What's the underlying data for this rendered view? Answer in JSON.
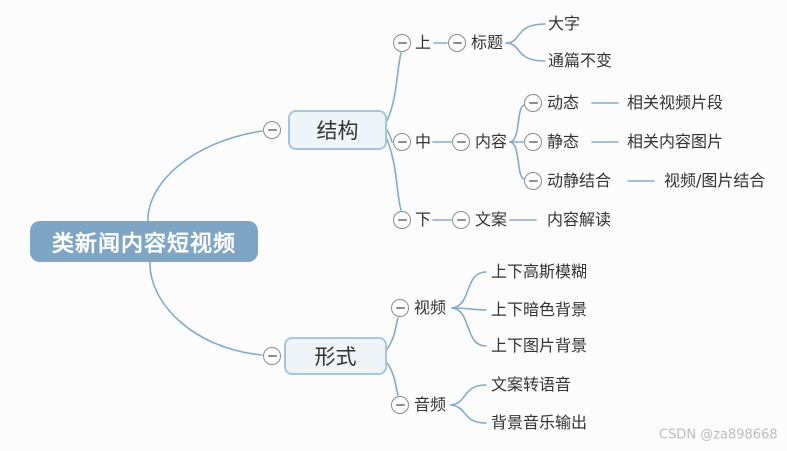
{
  "mindmap": {
    "root": "类新闻内容短视频",
    "structure": {
      "label": "结构",
      "top": {
        "label": "上",
        "topic": "标题",
        "leaves": [
          "大字",
          "通篇不变"
        ]
      },
      "middle": {
        "label": "中",
        "topic": "内容",
        "subtopics": [
          {
            "label": "动态",
            "leaf": "相关视频片段"
          },
          {
            "label": "静态",
            "leaf": "相关内容图片"
          },
          {
            "label": "动静结合",
            "leaf": "视频/图片结合"
          }
        ]
      },
      "bottom": {
        "label": "下",
        "topic": "文案",
        "leaf": "内容解读"
      }
    },
    "form": {
      "label": "形式",
      "video": {
        "label": "视频",
        "leaves": [
          "上下高斯模糊",
          "上下暗色背景",
          "上下图片背景"
        ]
      },
      "audio": {
        "label": "音频",
        "leaves": [
          "文案转语音",
          "背景音乐输出"
        ]
      }
    }
  },
  "watermark": "CSDN @za898668",
  "colors": {
    "root_fill": "#7EA6C4",
    "root_text": "#FFFFFF",
    "branch_fill": "#EFF4F9",
    "branch_border": "#A6C4DE",
    "connector": "#84AACC",
    "collapse_border": "#8C8C8C",
    "topic_text": "#333333",
    "watermark_text": "#BDBDBD",
    "background": "#FCFCFC"
  },
  "icons": {
    "collapse": "minus-circle"
  }
}
